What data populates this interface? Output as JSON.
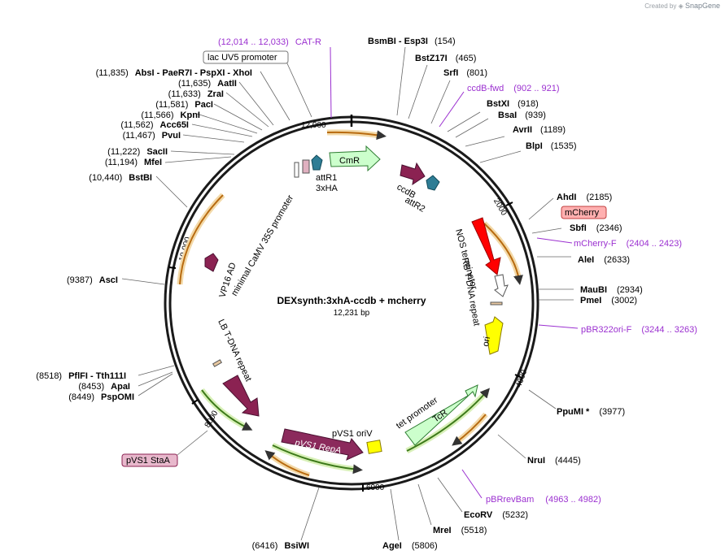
{
  "watermark": {
    "created_by": "Created by",
    "brand": "SnapGene"
  },
  "plasmid": {
    "name": "DEXsynth:3xhA-ccdb + mcherry",
    "length": "12,231 bp"
  },
  "ticks": [
    "12,000",
    "2000",
    "4000",
    "6000",
    "8000",
    "10,000"
  ],
  "sites": [
    {
      "name": "BsmBI - Esp3I",
      "pos": "(154)"
    },
    {
      "name": "BstZ17I",
      "pos": "(465)"
    },
    {
      "name": "SrfI",
      "pos": "(801)"
    },
    {
      "name": "BstXI",
      "pos": "(918)"
    },
    {
      "name": "BsaI",
      "pos": "(939)"
    },
    {
      "name": "AvrII",
      "pos": "(1189)"
    },
    {
      "name": "BlpI",
      "pos": "(1535)"
    },
    {
      "name": "AhdI",
      "pos": "(2185)"
    },
    {
      "name": "SbfI",
      "pos": "(2346)"
    },
    {
      "name": "AleI",
      "pos": "(2633)"
    },
    {
      "name": "MauBI",
      "pos": "(2934)"
    },
    {
      "name": "PmeI",
      "pos": "(3002)"
    },
    {
      "name": "PpuMI *",
      "pos": "(3977)"
    },
    {
      "name": "NruI",
      "pos": "(4445)"
    },
    {
      "name": "EcoRV",
      "pos": "(5232)"
    },
    {
      "name": "MreI",
      "pos": "(5518)"
    },
    {
      "name": "AgeI",
      "pos": "(5806)"
    },
    {
      "name": "BsiWI",
      "pos": "(6416)"
    },
    {
      "name": "PspOMI",
      "pos": "(8449)"
    },
    {
      "name": "ApaI",
      "pos": "(8453)"
    },
    {
      "name": "PflFI - Tth111I",
      "pos": "(8518)"
    },
    {
      "name": "AscI",
      "pos": "(9387)"
    },
    {
      "name": "BstBI",
      "pos": "(10,440)"
    },
    {
      "name": "MfeI",
      "pos": "(11,194)"
    },
    {
      "name": "SacII",
      "pos": "(11,222)"
    },
    {
      "name": "PvuI",
      "pos": "(11,467)"
    },
    {
      "name": "Acc65I",
      "pos": "(11,562)"
    },
    {
      "name": "KpnI",
      "pos": "(11,566)"
    },
    {
      "name": "PacI",
      "pos": "(11,581)"
    },
    {
      "name": "ZraI",
      "pos": "(11,633)"
    },
    {
      "name": "AatII",
      "pos": "(11,635)"
    },
    {
      "name": "AbsI - PaeR7I - PspXI - XhoI",
      "pos": "(11,835)"
    }
  ],
  "primers": [
    {
      "name": "CAT-R",
      "pos": "(12,014 .. 12,033)"
    },
    {
      "name": "ccdB-fwd",
      "pos": "(902 .. 921)"
    },
    {
      "name": "mCherry-F",
      "pos": "(2404 .. 2423)"
    },
    {
      "name": "pBR322ori-F",
      "pos": "(3244 .. 3263)"
    },
    {
      "name": "pBRrevBam",
      "pos": "(4963 .. 4982)"
    }
  ],
  "boxed_labels": {
    "lac": "lac UV5 promoter",
    "mcherry": "mCherry",
    "pvs1": "pVS1 StaA"
  },
  "features": {
    "cmr": "CmR",
    "ccdb": "ccdB",
    "attr1": "attR1",
    "attr2": "attR2",
    "ha": "3xHA",
    "camv": "minimal CaMV 35S promoter",
    "vp16": "VP16 AD",
    "nos": "NOS terminator",
    "rb": "RB T-DNA repeat",
    "ori": "ori",
    "lb": "LB T-DNA repeat",
    "tet": "tet promoter",
    "tcr": "TcR",
    "pvs1ori": "pVS1 oriV",
    "repa": "pVS1 RepA"
  },
  "colors": {
    "backbone": "#1a1a1a",
    "purple": "#9b30d0",
    "mcherry_red": "#ff0000",
    "ori_yellow": "#ffff00",
    "cmr_green": "#ccffcc",
    "ccdb_maroon": "#8b2252",
    "attr_teal": "#2e7d95",
    "repa_purple": "#8b2a5c",
    "orf_orange": "#e8a040",
    "orf_green": "#5aa02c"
  }
}
